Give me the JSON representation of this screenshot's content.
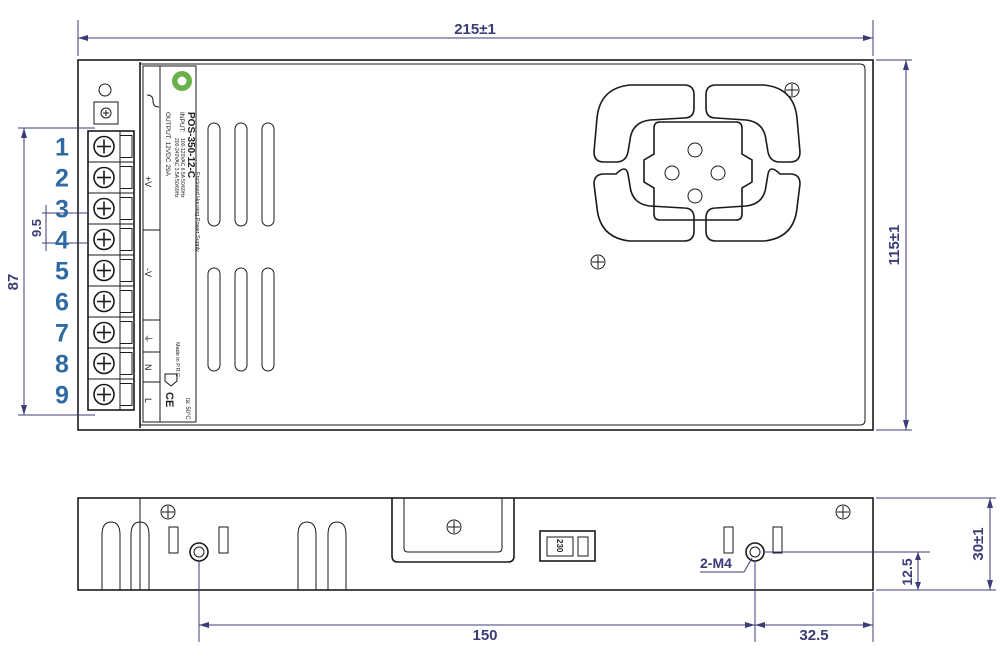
{
  "dimensions": {
    "overall_length": "215±1",
    "height": "115±1",
    "terminal_span": "87",
    "terminal_pitch": "9.5",
    "depth": "30±1",
    "mount_height": "12.5",
    "hole_spacing": "150",
    "hole_offset": "32.5",
    "mount_holes": "2-M4"
  },
  "terminals": [
    "1",
    "2",
    "3",
    "4",
    "5",
    "6",
    "7",
    "8",
    "9"
  ],
  "label": {
    "model": "POS-350-12-C",
    "input_heading": "INPUT:",
    "input_line1": "100-120VAC 6.5A 50/60Hz",
    "input_line2": "200-240VAC 3.5A 50/60Hz",
    "output": "OUTPUT: 12VDC 29A",
    "description": "Enclosed Housing Power Supply",
    "made_in": "Made in P.R.C",
    "ta": "ta: 50°C",
    "ce": "CE"
  },
  "polarity": {
    "plus_v": "+V",
    "minus_v": "-V",
    "ground": "⏚",
    "neutral": "N",
    "line": "L"
  },
  "switch_label": "230"
}
